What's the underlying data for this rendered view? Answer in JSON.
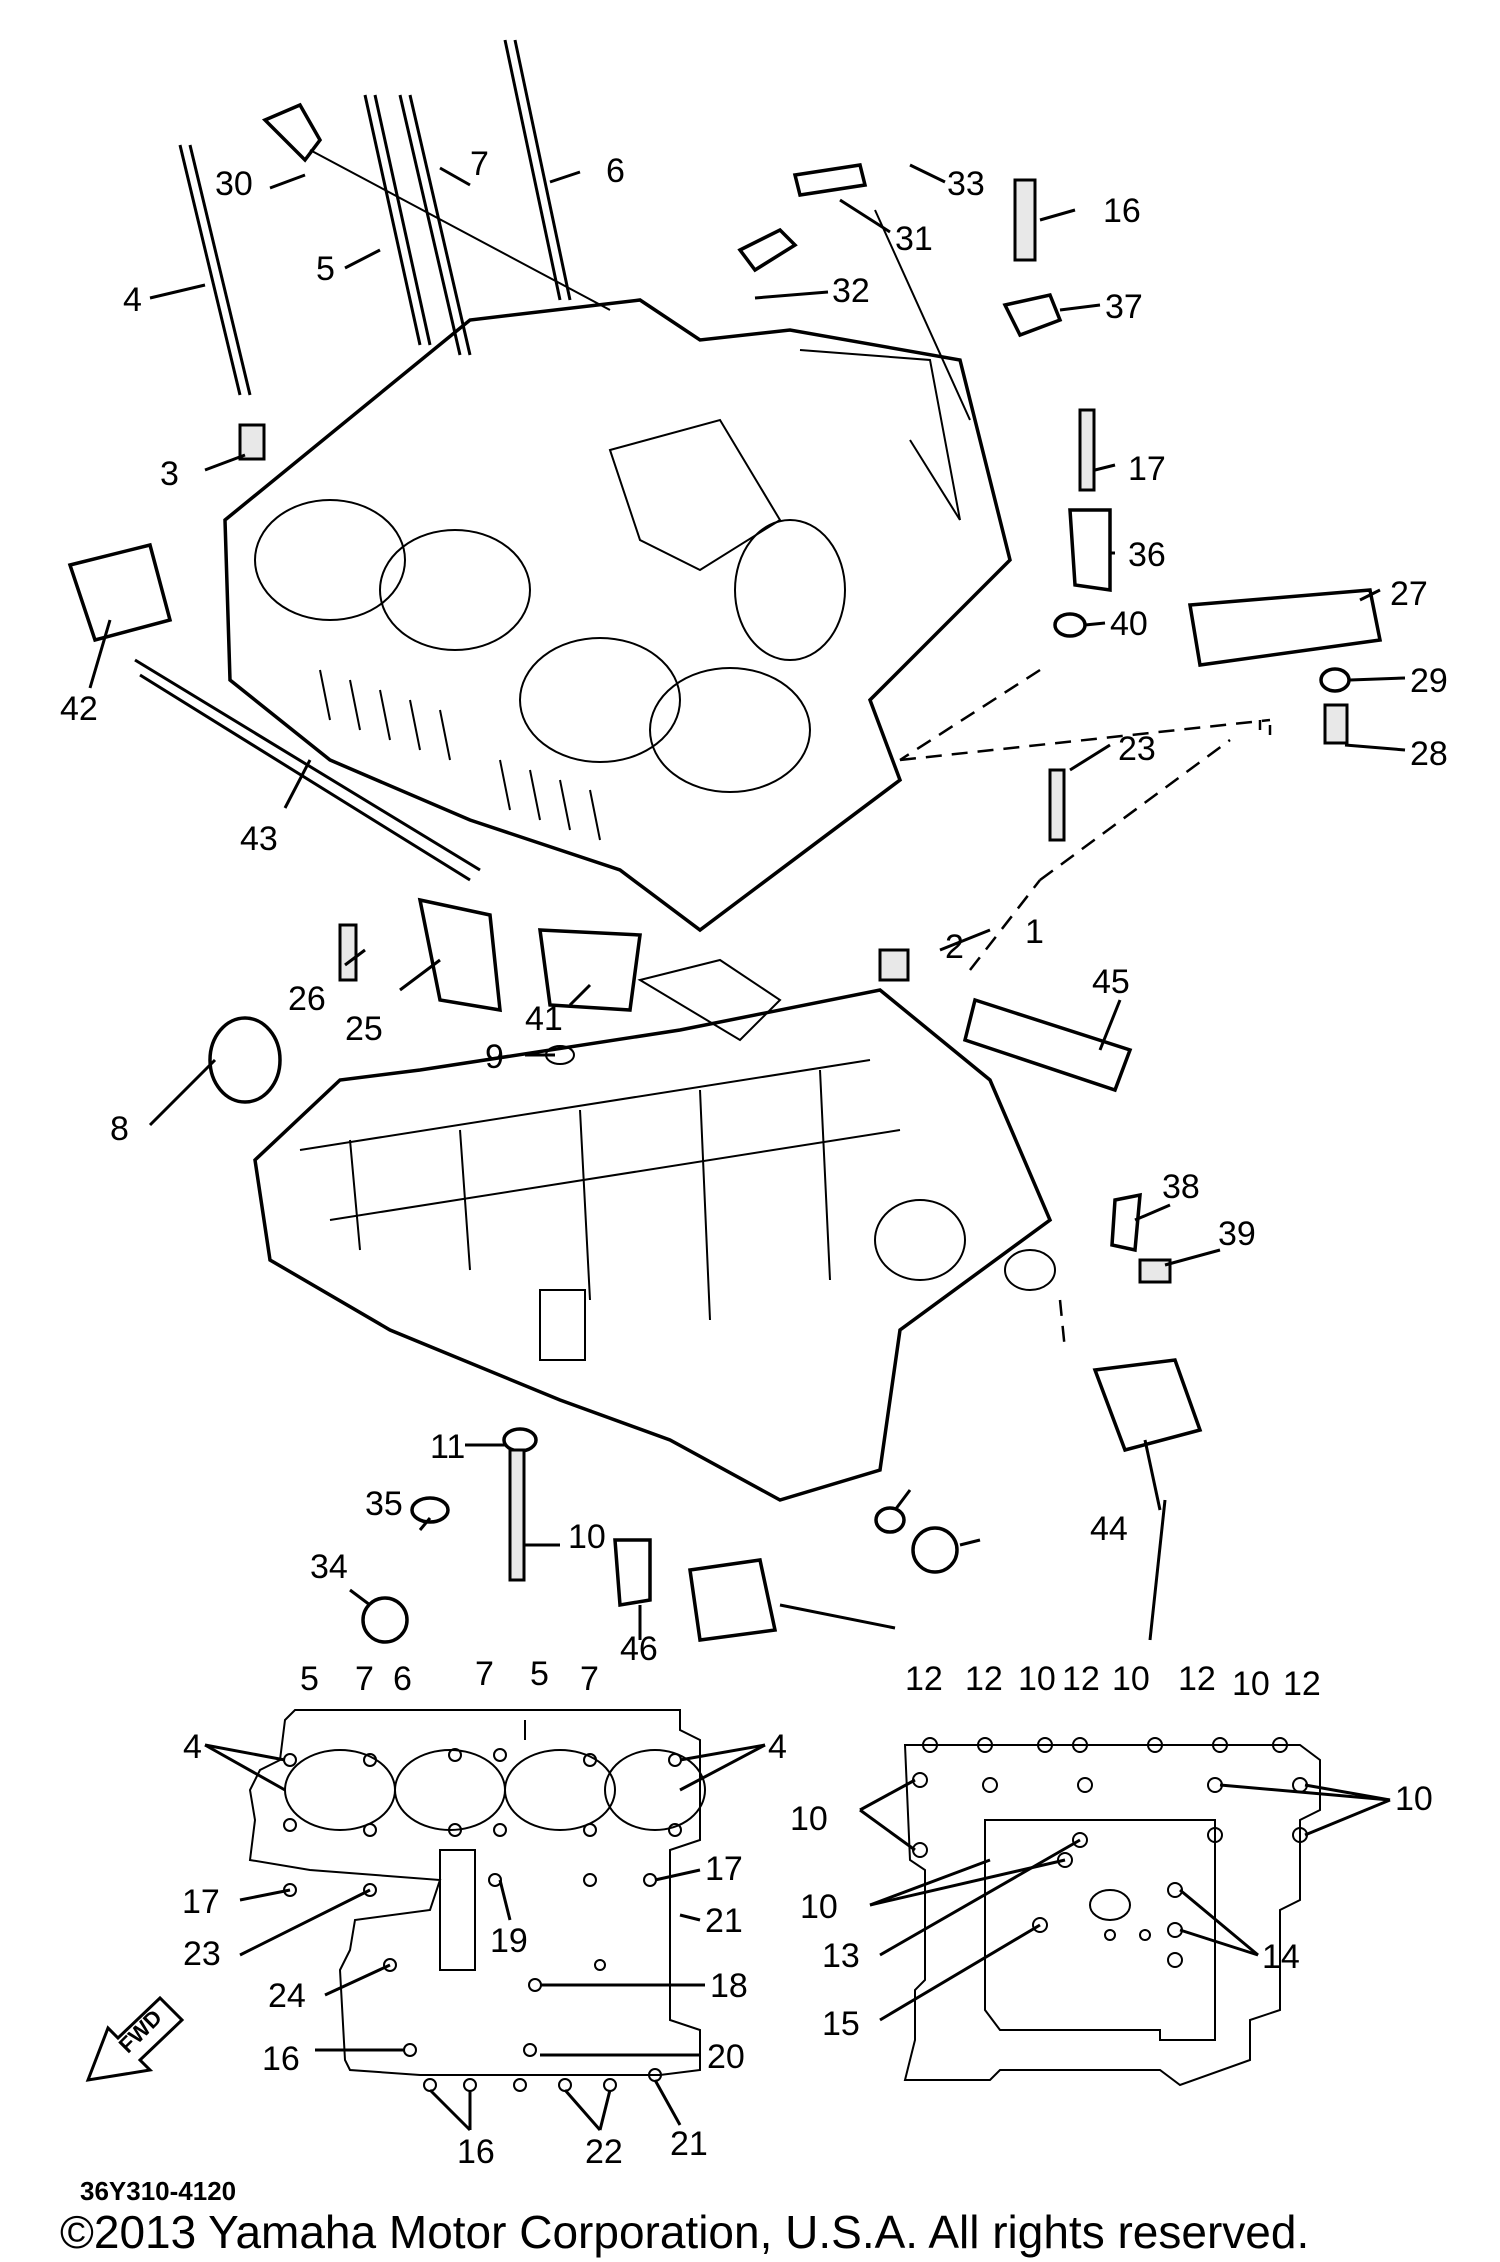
{
  "diagram": {
    "labels": [
      "4",
      "30",
      "7",
      "5",
      "6",
      "33",
      "31",
      "16",
      "32",
      "37",
      "3",
      "17",
      "36",
      "42",
      "40",
      "27",
      "29",
      "28",
      "23",
      "43",
      "1",
      "2",
      "26",
      "25",
      "41",
      "45",
      "8",
      "9",
      "38",
      "39",
      "11",
      "35",
      "34",
      "10",
      "46",
      "44",
      "5",
      "7",
      "6",
      "7",
      "5",
      "7",
      "4",
      "4",
      "12",
      "12",
      "10",
      "12",
      "10",
      "12",
      "10",
      "12",
      "10",
      "10",
      "17",
      "17",
      "21",
      "23",
      "19",
      "18",
      "24",
      "16",
      "20",
      "16",
      "22",
      "21",
      "10",
      "13",
      "14",
      "15",
      "FWD"
    ],
    "part_code": "36Y310-4120",
    "copyright": "©2013 Yamaha Motor Corporation, U.S.A. All rights reserved."
  }
}
